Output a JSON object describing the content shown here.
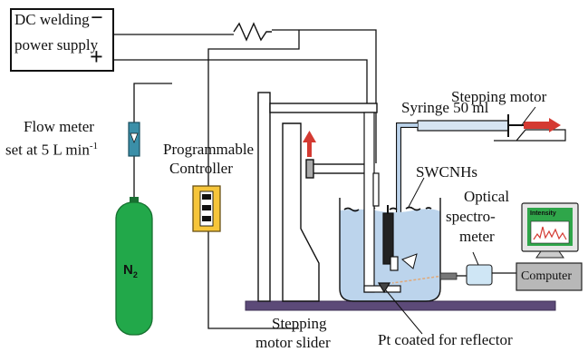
{
  "labels": {
    "power_line1": "DC welding",
    "power_line2": "power supply",
    "power_minus": "−",
    "power_plus": "+",
    "stepping_motor": "Stepping motor",
    "syringe": "Syringe 50 ml",
    "flow_line1": "Flow meter",
    "flow_line2": "set at 5 L min",
    "flow_sup": "-1",
    "controller_line1": "Programmable",
    "controller_line2": "Controller",
    "swcnhs": "SWCNHs",
    "optical_line1": "Optical",
    "optical_line2": "spectro-",
    "optical_line3": "meter",
    "intensity": "Intensity",
    "computer": "Computer",
    "n2": "N",
    "n2_sub": "2",
    "slider_line1": "Stepping",
    "slider_line2": "motor slider",
    "reflector": "Pt coated for reflector"
  },
  "colors": {
    "line": "#111111",
    "water": "#bcd4ec",
    "n2_cylinder": "#22a84a",
    "controller": "#f6c53a",
    "arrow_red": "#d43a32",
    "stage": "#5c4a78",
    "flow_meter": "#3b8fa8",
    "monitor_screen": "#2fa64a",
    "computer_body": "#b8b8b8"
  }
}
